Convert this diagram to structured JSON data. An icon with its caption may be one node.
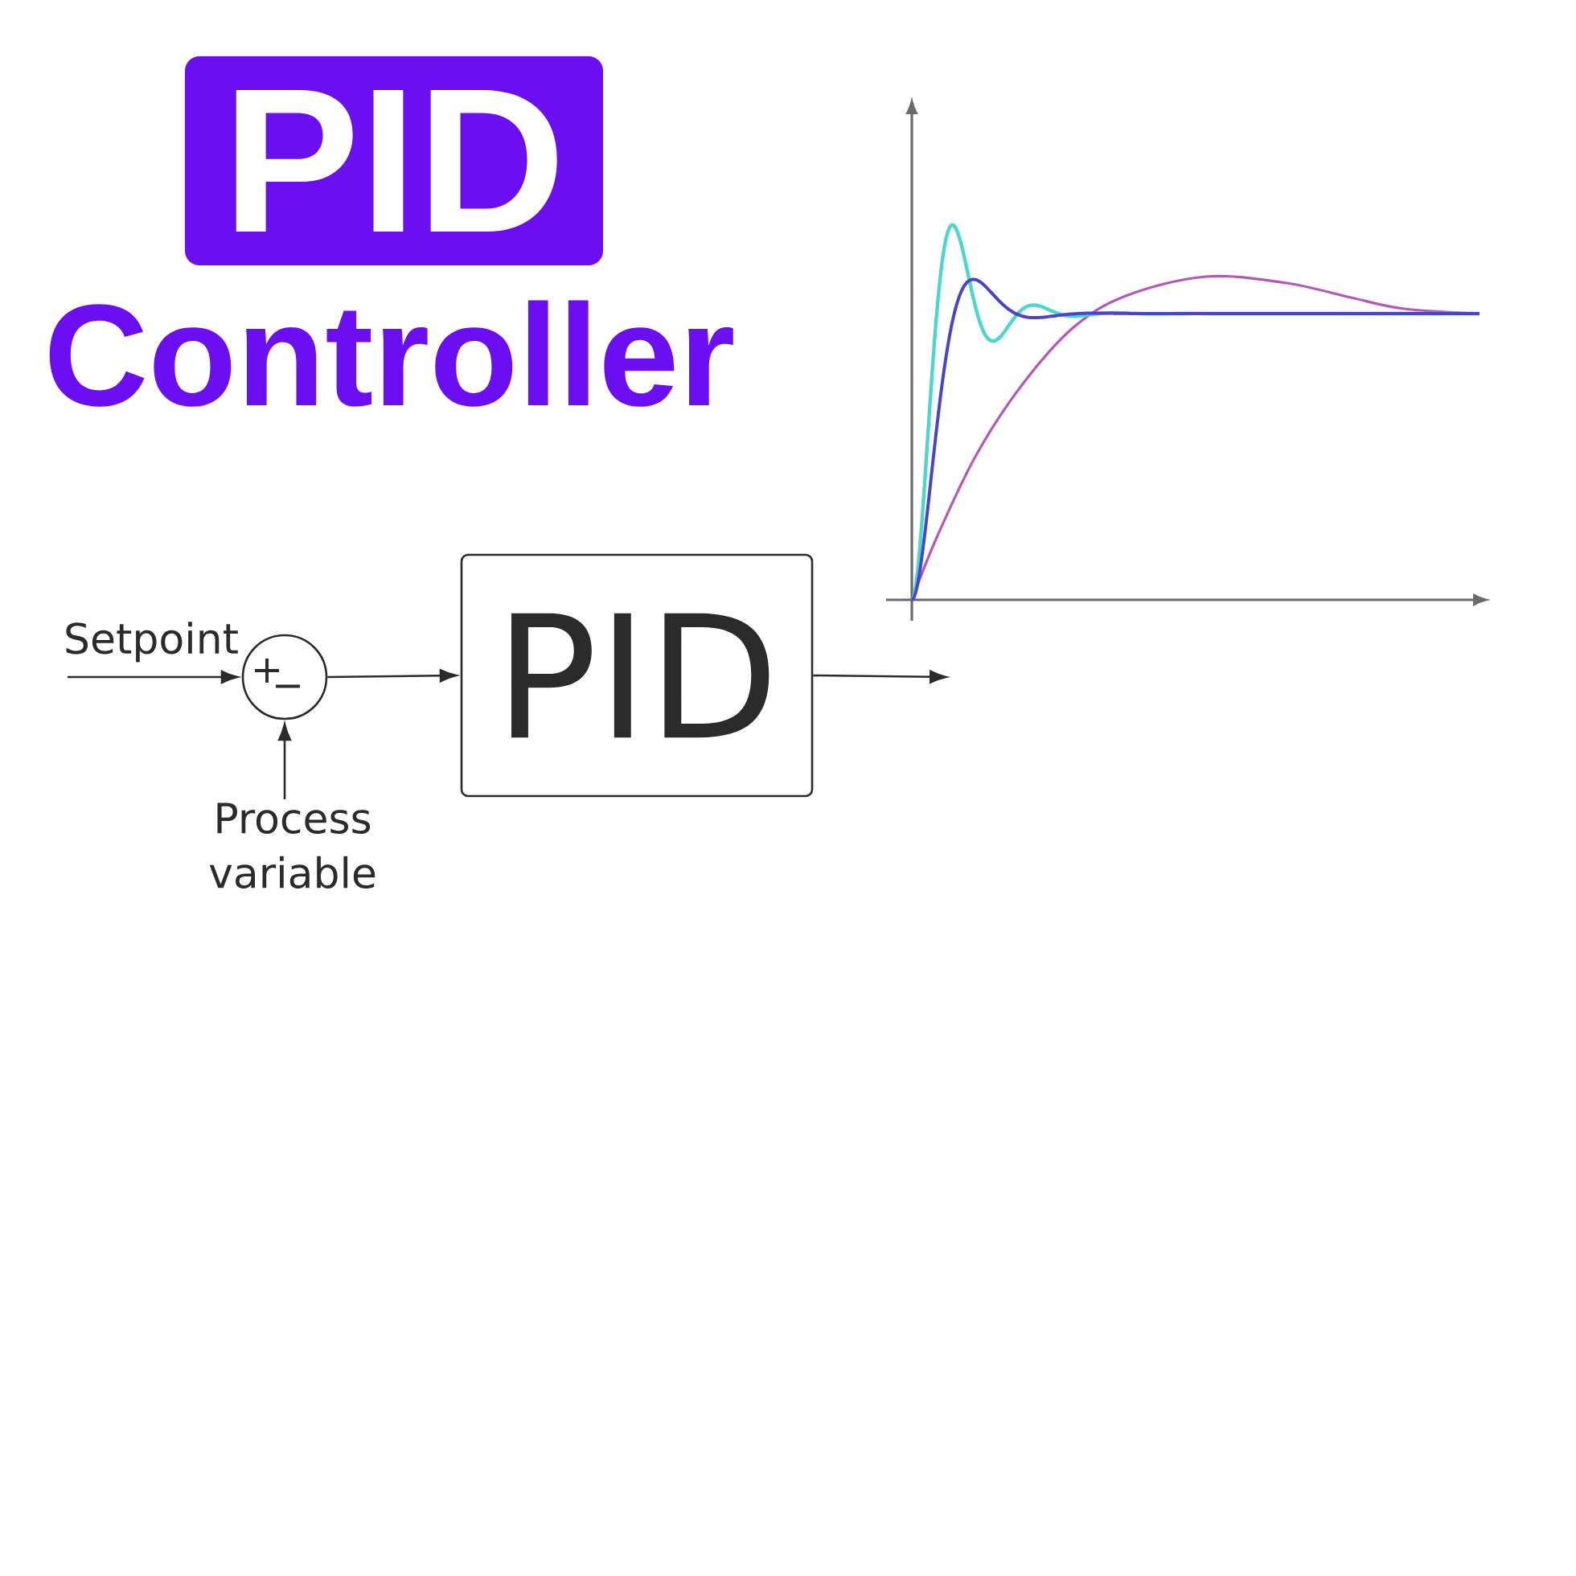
{
  "diagram": {
    "title": "Controller",
    "nodes": [
      {
        "text": [
          "PID"
        ]
      },
      {
        "text": [
          "+",
          "−"
        ]
      },
      {
        "text": [
          "PID"
        ]
      },
      {
        "text": [
          "Process variable"
        ]
      }
    ],
    "edges": [
      {
        "from": null,
        "to": 1,
        "arrow": "to",
        "label": "Setpoint"
      },
      {
        "from": 3,
        "to": 1,
        "arrow": "to"
      },
      {
        "from": 1,
        "to": 2,
        "arrow": "to"
      },
      {
        "from": 2,
        "to": null,
        "arrow": "to"
      }
    ]
  }
}
